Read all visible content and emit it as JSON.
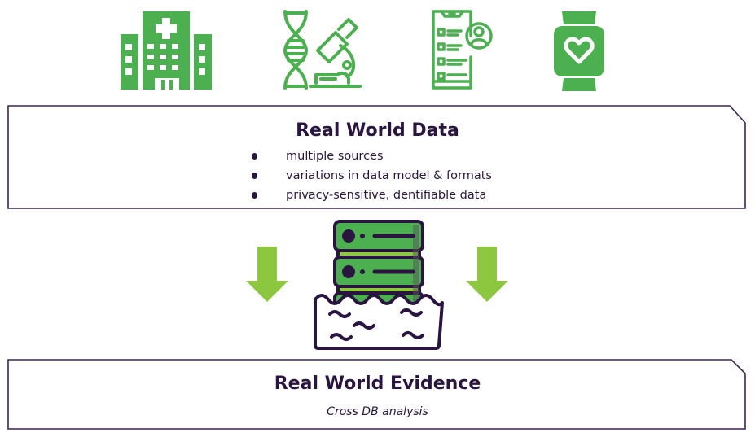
{
  "colors": {
    "icon_green": "#4caf50",
    "arrow_green": "#8dc63f",
    "navy": "#2a1540",
    "panel_border": "#3a2352"
  },
  "top_icons": [
    {
      "name": "hospital-icon"
    },
    {
      "name": "dna-microscope-icon"
    },
    {
      "name": "patient-record-phone-icon"
    },
    {
      "name": "smartwatch-heart-icon"
    }
  ],
  "real_world_data": {
    "title": "Real World Data",
    "bullets": [
      "multiple sources",
      "variations in data model & formats",
      "privacy-sensitive, dentifiable data"
    ]
  },
  "middle": {
    "left_arrow": "arrow-down-icon",
    "center_icon": "data-lake-server-icon",
    "right_arrow": "arrow-down-icon"
  },
  "real_world_evidence": {
    "title": "Real World Evidence",
    "subtitle": "Cross DB analysis"
  }
}
